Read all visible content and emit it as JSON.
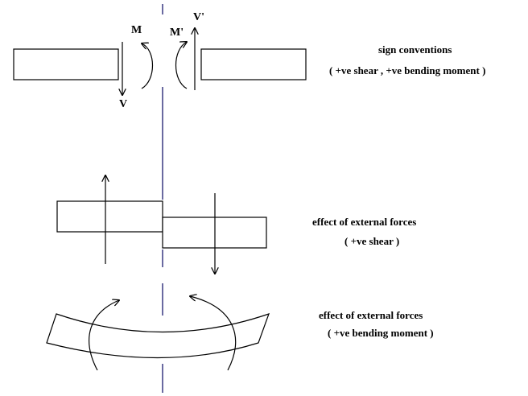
{
  "colors": {
    "stroke": "#000000",
    "center_line": "#1a1a6e",
    "background": "#ffffff"
  },
  "symbols": {
    "m_left": "M",
    "v_left": "V",
    "m_right": "M'",
    "v_right": "V'"
  },
  "sections": {
    "sign_conventions": {
      "title": "sign conventions",
      "subtitle": "( +ve shear  ,  +ve bending moment )"
    },
    "shear_effect": {
      "title": "effect of external forces",
      "subtitle": "( +ve shear )"
    },
    "bending_effect": {
      "title": "effect of external forces",
      "subtitle": "( +ve bending moment )"
    }
  }
}
